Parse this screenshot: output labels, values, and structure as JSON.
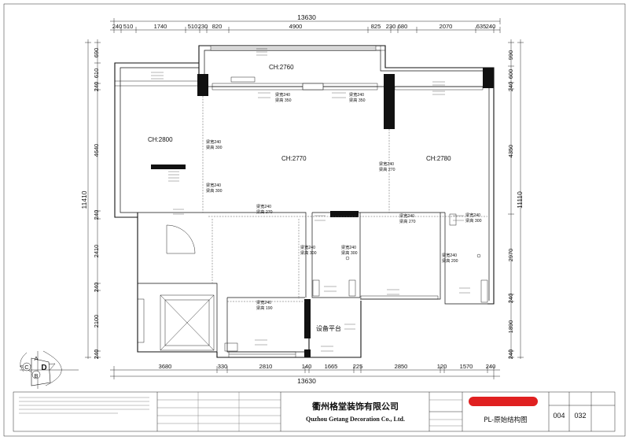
{
  "dimensions": {
    "top_row": [
      "240",
      "510",
      "1740",
      "510",
      "230",
      "820",
      "4900",
      "825",
      "230",
      "680",
      "2070",
      "635",
      "240"
    ],
    "top_total": "13630",
    "bottom_row": [
      "3680",
      "330",
      "2810",
      "140",
      "1665",
      "225",
      "2850",
      "120",
      "1570",
      "240"
    ],
    "bottom_total": "13630",
    "left_column": [
      "690",
      "610",
      "240",
      "4640",
      "240",
      "2410",
      "240",
      "2100",
      "240"
    ],
    "left_total": "11410",
    "right_column": [
      "990",
      "600",
      "240",
      "4350",
      "2970",
      "240",
      "1890",
      "240"
    ],
    "right_total": "11110"
  },
  "ceiling_heights": {
    "top_room": "CH:2760",
    "left_room": "CH:2800",
    "center": "CH:2770",
    "right_room": "CH:2780"
  },
  "beams": {
    "b1": "梁宽240",
    "b1h": "梁高 350",
    "b2": "梁宽240",
    "b2h": "梁高 350",
    "b3": "梁宽240",
    "b3h": "梁高 300",
    "b4": "梁宽240",
    "b4h": "梁高 300",
    "b5": "梁宽240",
    "b5h": "梁高 270",
    "b6": "梁宽240",
    "b6h": "梁高 270",
    "b7": "梁宽240",
    "b7h": "梁高 270",
    "b8": "梁宽240",
    "b8h": "梁高 300",
    "b9": "梁宽240",
    "b9h": "梁高 300",
    "b10": "梁宽240",
    "b10h": "梁高 200",
    "b11": "梁宽240",
    "b11h": "梁高 300",
    "b12": "梁宽240",
    "b12h": "梁高 190"
  },
  "rooms": {
    "equipment_platform": "设备平台"
  },
  "compass": {
    "a": "A",
    "b": "B",
    "c": "C",
    "d": "D"
  },
  "title_block": {
    "company_cn": "衢州格堂装饰有限公司",
    "company_en": "Quzhou Getang Decoration Co., Ltd.",
    "drawing_name": "PL-原始结构图",
    "sheet_number": "004",
    "total_sheets": "032"
  },
  "colors": {
    "line": "#111111",
    "accent_red": "#e02020"
  }
}
